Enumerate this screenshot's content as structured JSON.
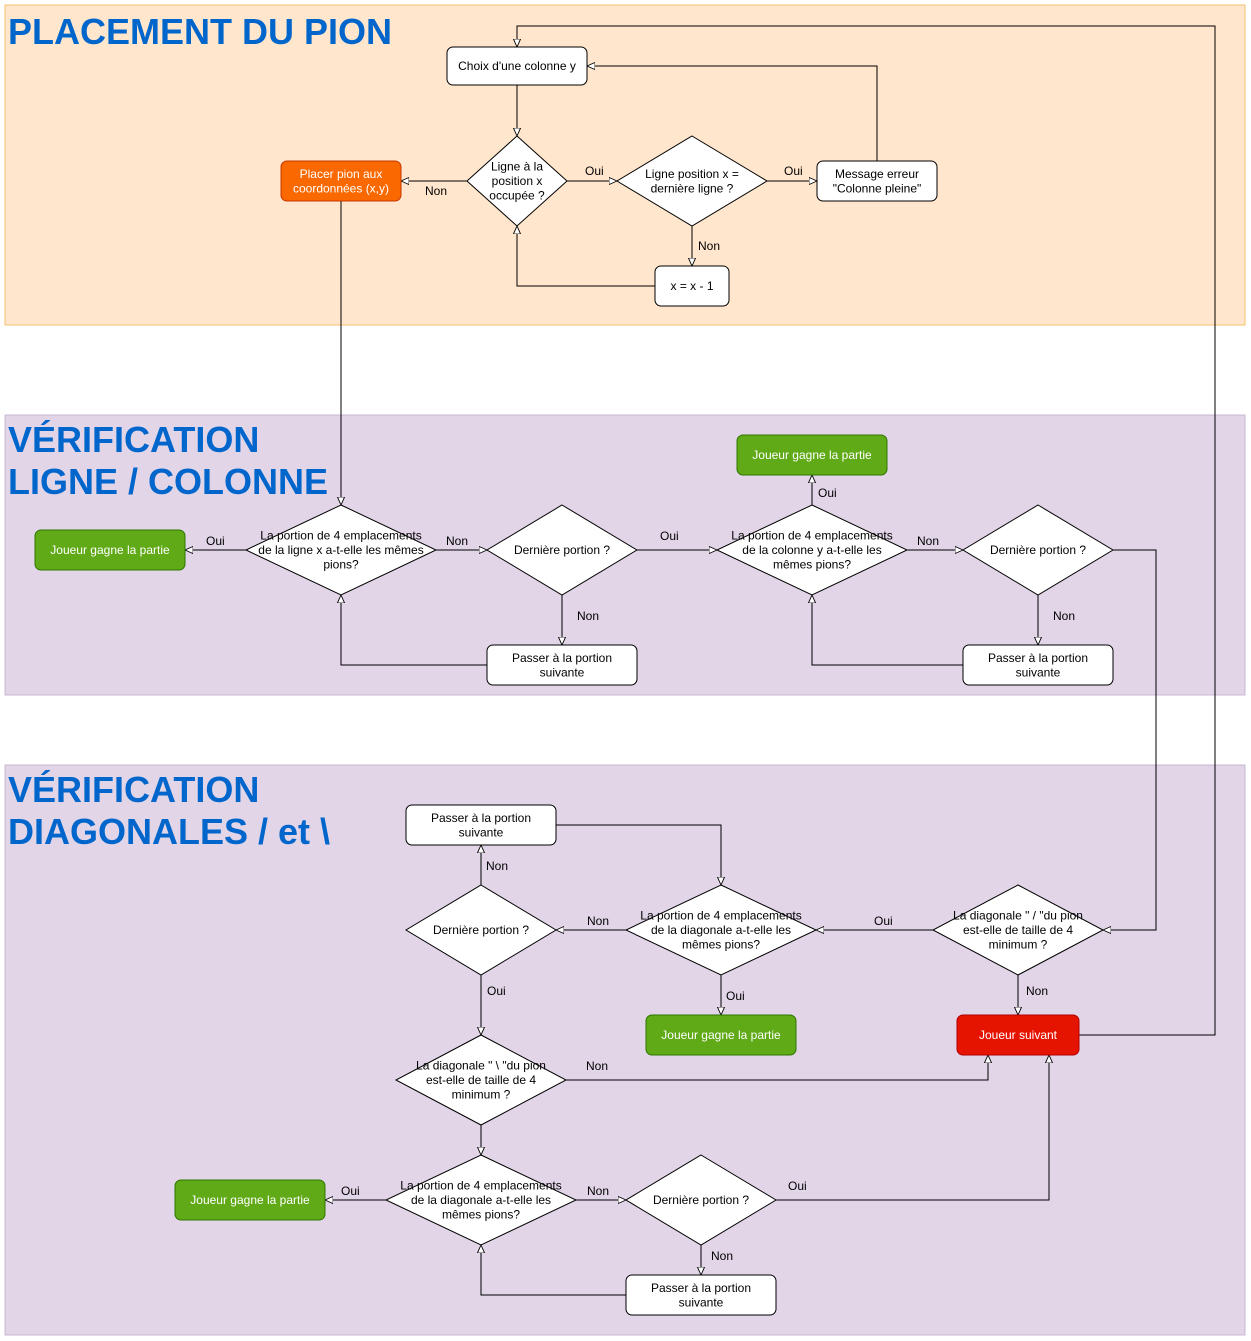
{
  "lanes": {
    "placement": {
      "title": "PLACEMENT DU PION",
      "fill": "#FFE6CC",
      "stroke": "#F5C16C"
    },
    "ligne_colonne": {
      "title_line1": "VÉRIFICATION",
      "title_line2": "LIGNE / COLONNE",
      "fill": "#E1D5E7",
      "stroke": "#C8B8D2"
    },
    "diagonales": {
      "title_line1": "VÉRIFICATION",
      "title_line2": "DIAGONALES / et \\",
      "fill": "#E1D5E7",
      "stroke": "#C8B8D2"
    }
  },
  "colors": {
    "title_blue": "#0066CC",
    "orange": "#FA6800",
    "green": "#60A917",
    "red": "#E51400",
    "node_fill": "#FFFFFF"
  },
  "nodes": {
    "choix_colonne": {
      "lines": [
        "Choix d'une colonne y"
      ]
    },
    "ligne_occupee": {
      "lines": [
        "Ligne à la",
        "position x",
        "occupée ?"
      ]
    },
    "derniere_ligne": {
      "lines": [
        "Ligne position x =",
        "dernière ligne ?"
      ]
    },
    "message_erreur": {
      "lines": [
        "Message erreur",
        "\"Colonne pleine\""
      ]
    },
    "placer_pion": {
      "lines": [
        "Placer pion aux",
        "coordonnées (x,y)"
      ]
    },
    "x_moins_un": {
      "lines": [
        "x = x - 1"
      ]
    },
    "portion_ligne": {
      "lines": [
        "La portion de 4 emplacements",
        "de la ligne x a-t-elle les mêmes",
        "pions?"
      ]
    },
    "gagne_ligne": {
      "lines": [
        "Joueur gagne la partie"
      ]
    },
    "derniere_portion_ligne": {
      "lines": [
        "Dernière portion ?"
      ]
    },
    "suivante_ligne": {
      "lines": [
        "Passer à la portion",
        "suivante"
      ]
    },
    "portion_colonne": {
      "lines": [
        "La portion de 4 emplacements",
        "de la colonne y a-t-elle les",
        "mêmes pions?"
      ]
    },
    "gagne_colonne": {
      "lines": [
        "Joueur gagne la partie"
      ]
    },
    "derniere_portion_colonne": {
      "lines": [
        "Dernière portion ?"
      ]
    },
    "suivante_colonne": {
      "lines": [
        "Passer à la portion",
        "suivante"
      ]
    },
    "diag_slash_taille": {
      "lines": [
        "La diagonale \" /  \"du pion",
        "est-elle de taille de 4",
        "minimum ?"
      ]
    },
    "portion_diag_slash": {
      "lines": [
        "La portion de 4 emplacements",
        "de la diagonale a-t-elle les",
        "mêmes pions?"
      ]
    },
    "derniere_portion_diag1": {
      "lines": [
        "Dernière portion ?"
      ]
    },
    "suivante_diag1": {
      "lines": [
        "Passer à la portion",
        "suivante"
      ]
    },
    "gagne_diag1": {
      "lines": [
        "Joueur gagne la partie"
      ]
    },
    "joueur_suivant": {
      "lines": [
        "Joueur suivant"
      ]
    },
    "diag_back_taille": {
      "lines": [
        "La diagonale \" \\  \"du pion",
        "est-elle de taille de 4",
        "minimum ?"
      ]
    },
    "portion_diag_back": {
      "lines": [
        "La portion de 4 emplacements",
        "de la diagonale a-t-elle les",
        "mêmes pions?"
      ]
    },
    "gagne_diag2": {
      "lines": [
        "Joueur gagne la partie"
      ]
    },
    "derniere_portion_diag2": {
      "lines": [
        "Dernière portion ?"
      ]
    },
    "suivante_diag2": {
      "lines": [
        "Passer à la portion",
        "suivante"
      ]
    }
  },
  "edge_labels": {
    "oui": "Oui",
    "non": "Non"
  }
}
